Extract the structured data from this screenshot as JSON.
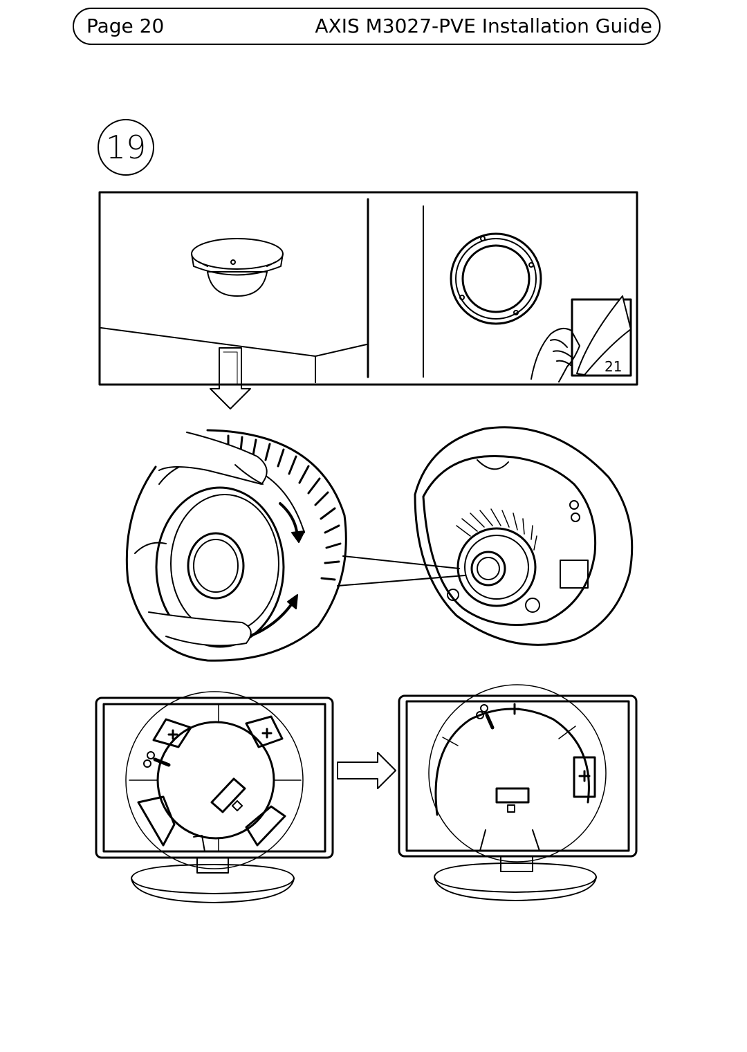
{
  "header": {
    "page_label": "Page 20",
    "guide_title": "AXIS M3027-PVE Installation Guide"
  },
  "step": {
    "number": "19"
  },
  "figure": {
    "page_reference": "21"
  }
}
